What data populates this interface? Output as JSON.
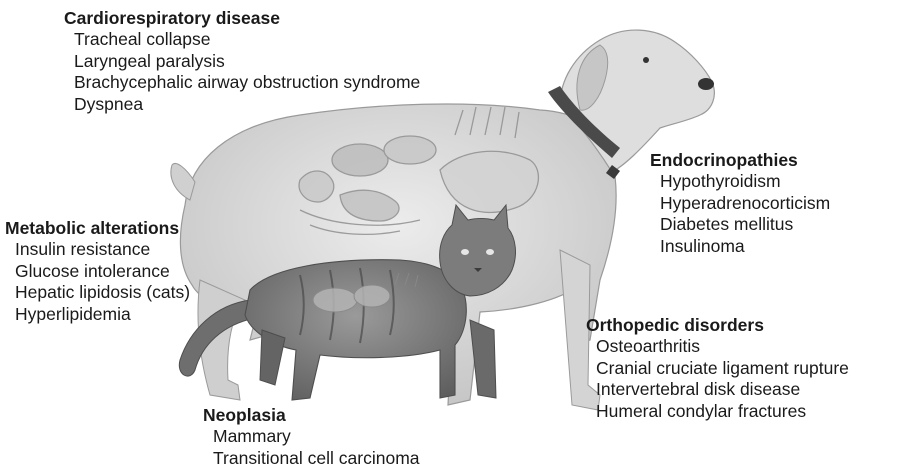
{
  "categories": [
    {
      "id": "cardio",
      "title": "Cardiorespiratory disease",
      "items": [
        "Tracheal collapse",
        "Laryngeal paralysis",
        "Brachycephalic airway obstruction syndrome",
        "Dyspnea"
      ]
    },
    {
      "id": "endo",
      "title": "Endocrinopathies",
      "items": [
        "Hypothyroidism",
        "Hyperadrenocorticism",
        "Diabetes mellitus",
        "Insulinoma"
      ]
    },
    {
      "id": "meta",
      "title": "Metabolic alterations",
      "items": [
        "Insulin resistance",
        "Glucose intolerance",
        "Hepatic lipidosis (cats)",
        "Hyperlipidemia"
      ]
    },
    {
      "id": "ortho",
      "title": "Orthopedic disorders",
      "items": [
        "Osteoarthritis",
        "Cranial cruciate ligament rupture",
        "Intervertebral disk disease",
        "Humeral condylar fractures"
      ]
    },
    {
      "id": "neo",
      "title": "Neoplasia",
      "items": [
        "Mammary",
        "Transitional cell carcinoma"
      ]
    }
  ],
  "illustration": {
    "subjects": [
      "obese-dog",
      "obese-cat"
    ],
    "colors": {
      "dog_fur": "#d9d9d9",
      "collar": "#4a4a4a",
      "cat_fur": "#7f7f7f",
      "organs": "#b5b5b5"
    }
  }
}
